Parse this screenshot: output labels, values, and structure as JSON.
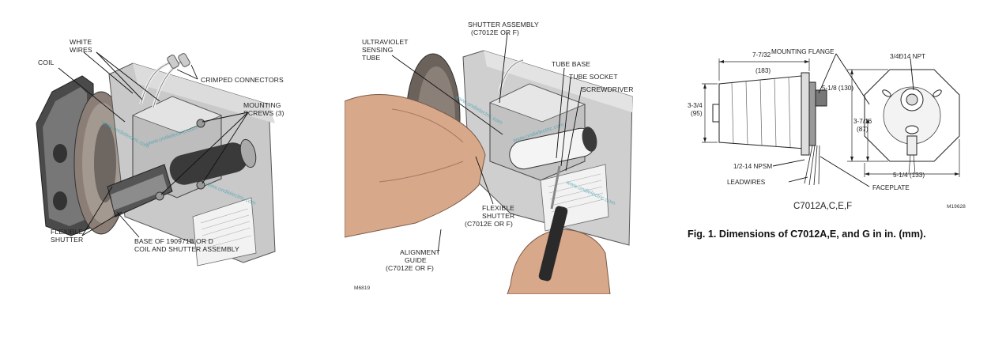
{
  "panel1": {
    "labels": {
      "white_wires_1": "WHITE",
      "white_wires_2": "WIRES",
      "coil": "COIL",
      "crimped_connectors": "CRIMPED CONNECTORS",
      "mounting_screws_1": "MOUNTING",
      "mounting_screws_2": "SCREWS (3)",
      "flexible_shutter_1": "FLEXIBLE",
      "flexible_shutter_2": "SHUTTER",
      "base_1": "BASE OF 190971B OR D",
      "base_2": "COIL AND SHUTTER ASSEMBLY"
    },
    "watermark": "www.ondielectric.com"
  },
  "panel2": {
    "labels": {
      "shutter_assembly_1": "SHUTTER ASSEMBLY",
      "shutter_assembly_2": "(C7012E OR F)",
      "uv_1": "ULTRAVIOLET",
      "uv_2": "SENSING",
      "uv_3": "TUBE",
      "tube_base": "TUBE BASE",
      "tube_socket": "TUBE SOCKET",
      "screwdriver": "SCREWDRIVER",
      "flex_1": "FLEXIBLE",
      "flex_2": "SHUTTER",
      "flex_3": "(C7012E OR F)",
      "align_1": "ALIGNMENT",
      "align_2": "GUIDE",
      "align_3": "(C7012E OR F)",
      "figure_code": "M6819"
    },
    "watermark": "www.ondielectric.com"
  },
  "panel3": {
    "labels": {
      "mounting_flange": "MOUNTING FLANGE",
      "npt": "3/4Ð14 NPT",
      "dim_top_1": "7-7/32",
      "dim_top_2": "(183)",
      "dim_left_1": "3-3/4",
      "dim_left_2": "(95)",
      "dim_right": "5-1/8 (130)",
      "dim_mid_1": "3-7/16",
      "dim_mid_2": "(87)",
      "npsm": "1/2-14 NPSM",
      "leadwires": "LEADWIRES",
      "dim_bottom": "5-1/4 (133)",
      "faceplate": "FACEPLATE",
      "model": "C7012A,C,E,F",
      "figure_code": "M19628"
    },
    "caption": "Fig. 1. Dimensions of C7012A,E, and G in in. (mm)."
  }
}
